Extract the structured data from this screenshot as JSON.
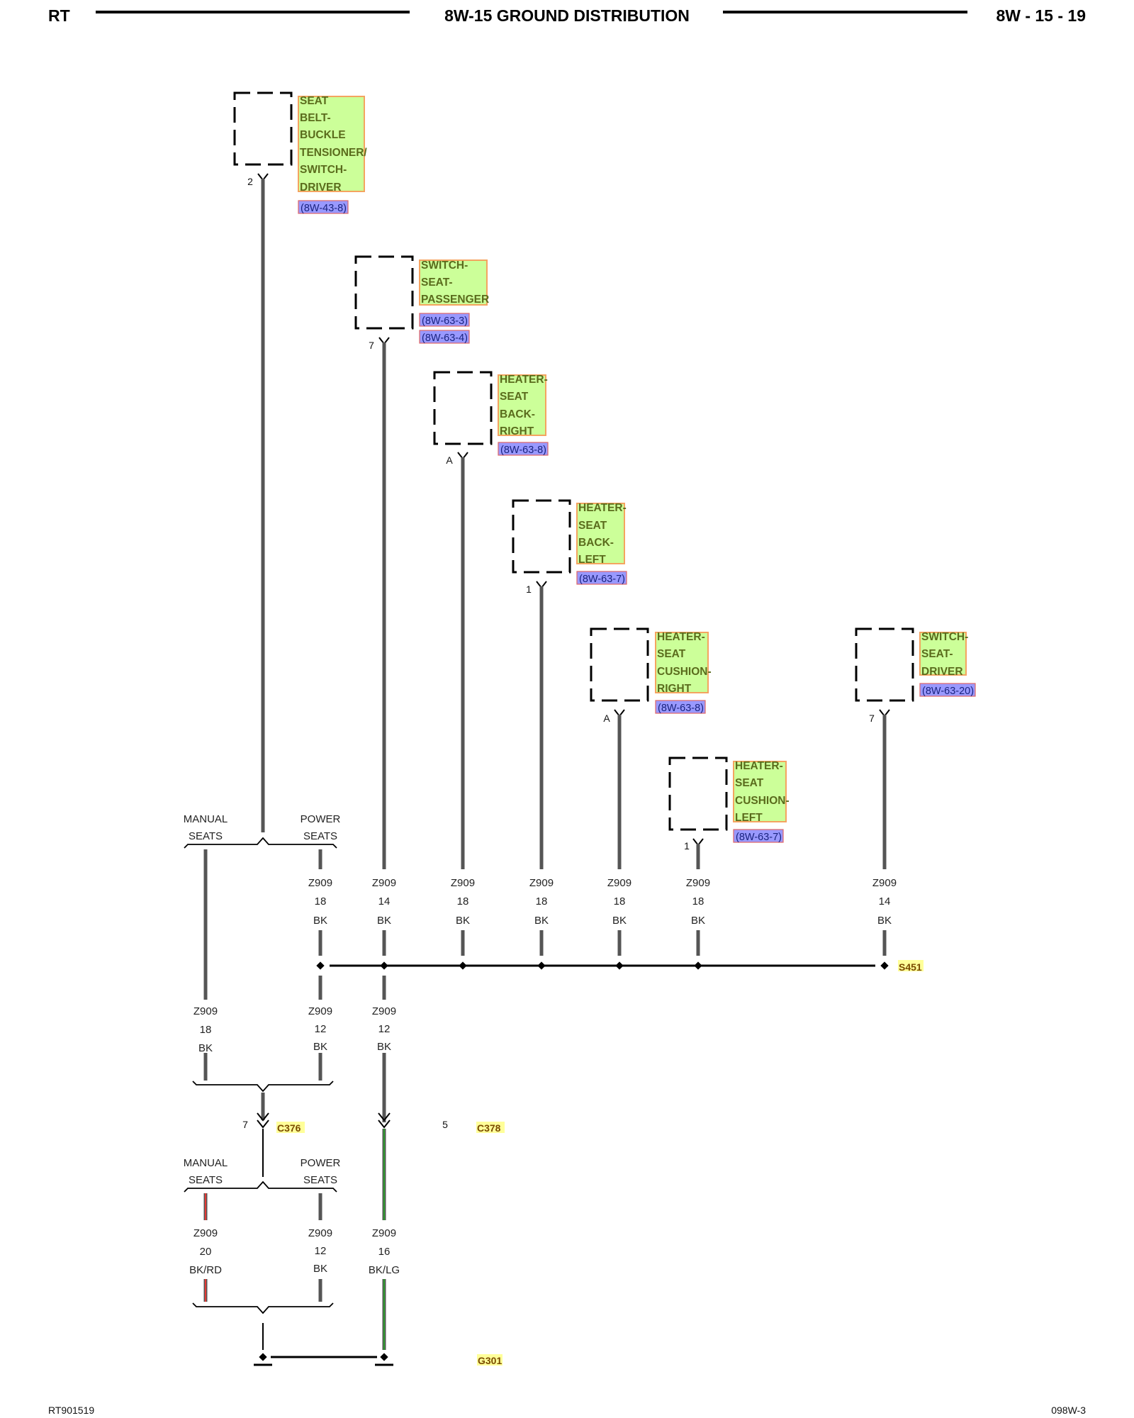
{
  "header": {
    "left": "RT",
    "title": "8W-15 GROUND DISTRIBUTION",
    "page": "8W - 15 - 19"
  },
  "footer": {
    "left": "RT901519",
    "right": "098W-3"
  },
  "components": [
    {
      "name_lines": [
        "SEAT",
        "BELT-",
        "BUCKLE",
        "TENSIONER/",
        "SWITCH-",
        "DRIVER"
      ],
      "refs": [
        "(8W-43-8)"
      ],
      "pin": "2"
    },
    {
      "name_lines": [
        "SWITCH-",
        "SEAT-",
        "PASSENGER"
      ],
      "refs": [
        "(8W-63-3)",
        "(8W-63-4)"
      ],
      "pin": "7"
    },
    {
      "name_lines": [
        "HEATER-",
        "SEAT",
        "BACK-",
        "RIGHT"
      ],
      "refs": [
        "(8W-63-8)"
      ],
      "pin": "A"
    },
    {
      "name_lines": [
        "HEATER-",
        "SEAT",
        "BACK-",
        "LEFT"
      ],
      "refs": [
        "(8W-63-7)"
      ],
      "pin": "1"
    },
    {
      "name_lines": [
        "HEATER-",
        "SEAT",
        "CUSHION-",
        "RIGHT"
      ],
      "refs": [
        "(8W-63-8)"
      ],
      "pin": "A"
    },
    {
      "name_lines": [
        "HEATER-",
        "SEAT",
        "CUSHION-",
        "LEFT"
      ],
      "refs": [
        "(8W-63-7)"
      ],
      "pin": "1"
    },
    {
      "name_lines": [
        "SWITCH-",
        "SEAT-",
        "DRIVER"
      ],
      "refs": [
        "(8W-63-20)"
      ],
      "pin": "7"
    }
  ],
  "option_labels": {
    "top": {
      "left": [
        "MANUAL",
        "SEATS"
      ],
      "right": [
        "POWER",
        "SEATS"
      ]
    },
    "bottom": {
      "left": [
        "MANUAL",
        "SEATS"
      ],
      "right": [
        "POWER",
        "SEATS"
      ]
    }
  },
  "wires_upper": [
    {
      "circuit": "Z909",
      "gauge": "18",
      "color": "BK"
    },
    {
      "circuit": "Z909",
      "gauge": "14",
      "color": "BK"
    },
    {
      "circuit": "Z909",
      "gauge": "18",
      "color": "BK"
    },
    {
      "circuit": "Z909",
      "gauge": "18",
      "color": "BK"
    },
    {
      "circuit": "Z909",
      "gauge": "18",
      "color": "BK"
    },
    {
      "circuit": "Z909",
      "gauge": "18",
      "color": "BK"
    },
    {
      "circuit": "Z909",
      "gauge": "14",
      "color": "BK"
    }
  ],
  "splice": "S451",
  "wires_middle": [
    {
      "circuit": "Z909",
      "gauge": "18",
      "color": "BK"
    },
    {
      "circuit": "Z909",
      "gauge": "12",
      "color": "BK"
    },
    {
      "circuit": "Z909",
      "gauge": "12",
      "color": "BK"
    }
  ],
  "connectors": [
    {
      "name": "C376",
      "pin": "7"
    },
    {
      "name": "C378",
      "pin": "5"
    }
  ],
  "wires_lower": [
    {
      "circuit": "Z909",
      "gauge": "20",
      "color": "BK/RD"
    },
    {
      "circuit": "Z909",
      "gauge": "12",
      "color": "BK"
    },
    {
      "circuit": "Z909",
      "gauge": "16",
      "color": "BK/LG"
    }
  ],
  "ground": "G301",
  "colors": {
    "wire": "#555555",
    "label_fill": "#ccff99",
    "label_stroke": "#f4a460",
    "ref_fill": "#9999ff",
    "conn_fill": "#ffff99",
    "red_stripe": "#e53935",
    "green_stripe": "#2e9e2e"
  }
}
